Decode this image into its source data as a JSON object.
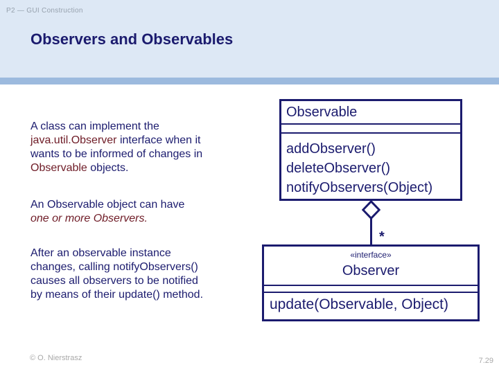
{
  "colors": {
    "navy": "#1b1b6e",
    "maroon": "#6e1b26",
    "header_bg": "#dde8f5",
    "bar": "#9cbade",
    "label_gray": "#96a1ad",
    "muted": "#a9a9a9",
    "bg": "#ffffff"
  },
  "header": {
    "course": "P2 — GUI Construction",
    "title": "Observers and Observables"
  },
  "body": {
    "para1": [
      [
        {
          "text": "A class can implement the"
        }
      ],
      [
        {
          "text": "java.util.Observer"
        },
        {
          "text": " interface when it"
        }
      ],
      [
        {
          "text": "wants to be informed of changes in"
        }
      ],
      [
        {
          "text": "Observable"
        },
        {
          "text": " objects."
        }
      ]
    ],
    "para2": [
      [
        {
          "text": "An Observable object can have"
        }
      ],
      [
        {
          "text": "one or more Observers."
        }
      ]
    ],
    "para3": [
      [
        {
          "text": "After an observable instance"
        }
      ],
      [
        {
          "text": "changes, calling notifyObservers()"
        }
      ],
      [
        {
          "text": "causes all observers to be notified"
        }
      ],
      [
        {
          "text": "by means of their update() method."
        }
      ]
    ]
  },
  "diagram": {
    "observable": {
      "name": "Observable",
      "methods": [
        "addObserver()",
        "deleteObserver()",
        "notifyObservers(Object)"
      ]
    },
    "association": {
      "multiplicity": "*"
    },
    "observer": {
      "stereotype": "«interface»",
      "name": "Observer",
      "methods": [
        "update(Observable, Object)"
      ]
    }
  },
  "footer": {
    "copyright": "© O. Nierstrasz",
    "page": "7.29"
  }
}
